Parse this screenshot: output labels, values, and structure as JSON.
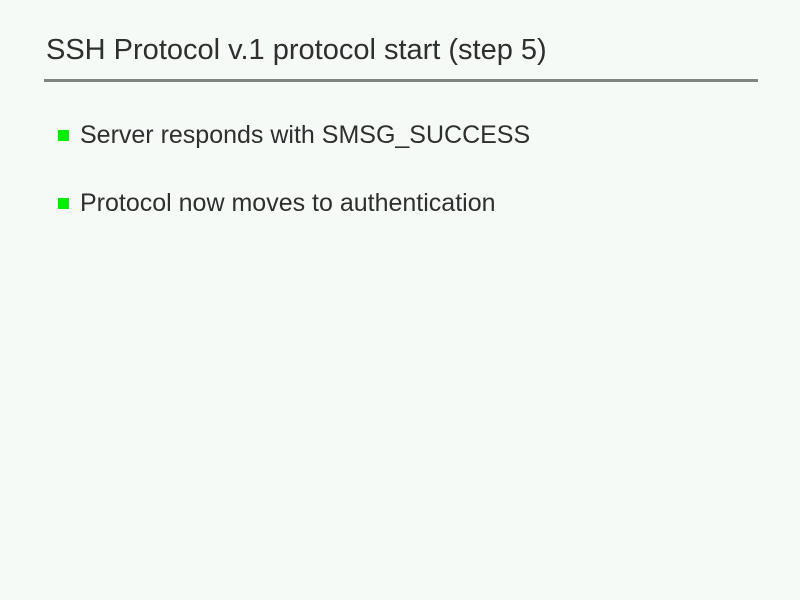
{
  "slide": {
    "title": "SSH Protocol v.1 protocol start (step 5)",
    "bullets": [
      {
        "marker": "green-square-bullet-icon",
        "text": "Server responds with SMSG_SUCCESS"
      },
      {
        "marker": "green-square-bullet-icon",
        "text": "Protocol now moves to authentication"
      }
    ],
    "colors": {
      "background": "#f5faf7",
      "title_text": "#2f2f2f",
      "body_text": "#2f2f2f",
      "rule": "#7f8582",
      "bullet_marker": "#00ee00"
    }
  }
}
